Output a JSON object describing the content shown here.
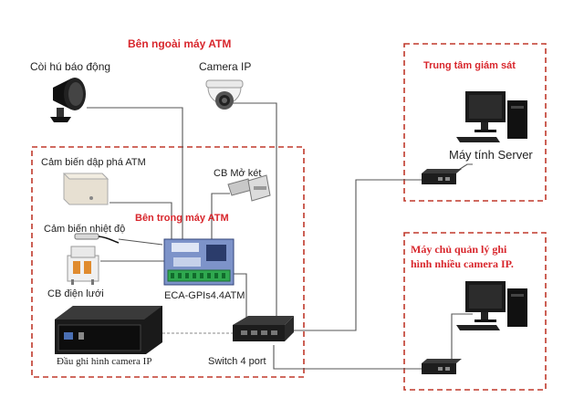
{
  "headings": {
    "outside_atm": "Bên ngoài máy ATM",
    "inside_atm": "Bên trong máy ATM",
    "monitoring_center": "Trung tâm giám sát",
    "nvr_server_line1": "Máy chủ quản lý ghi",
    "nvr_server_line2": "hình nhiều camera IP."
  },
  "devices": {
    "siren": "Còi hú báo động",
    "ip_camera": "Camera IP",
    "shock_sensor": "Cảm biến dập phá ATM",
    "door_sensor": "CB Mở két",
    "temp_sensor": "Cảm biến nhiệt độ",
    "power_sensor": "CB điện lưới",
    "controller": "ECA-GPIs4.4ATM",
    "switch": "Switch 4 port",
    "dvr": "Đầu ghi hình camera IP",
    "server_pc": "Máy tính Server"
  },
  "colors": {
    "accent_red": "#d8262c",
    "line": "#555555",
    "controller_blue": "#7d93c9",
    "terminal_green": "#2fa84f"
  }
}
